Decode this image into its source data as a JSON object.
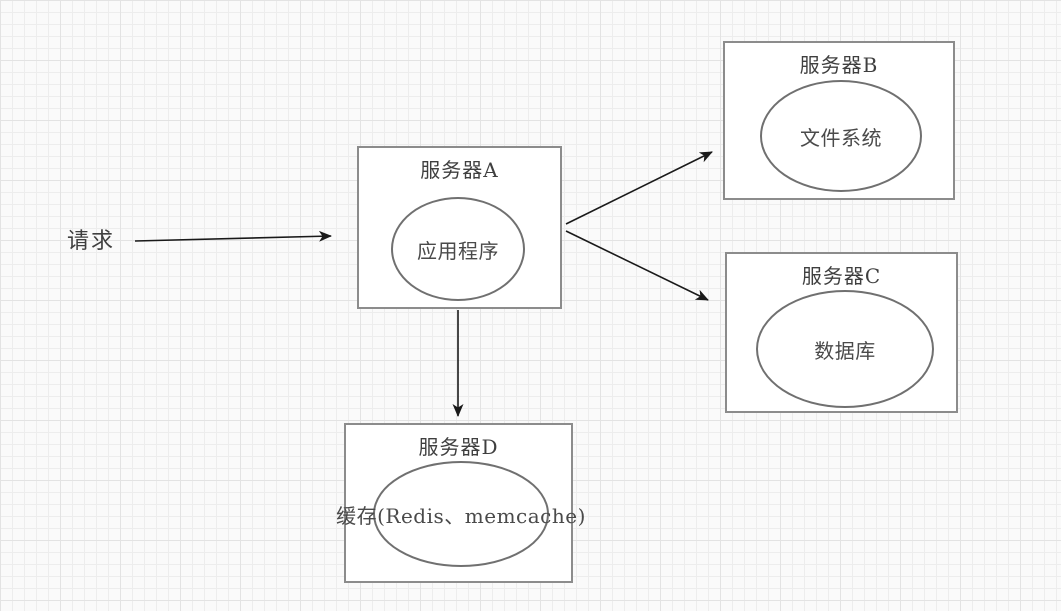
{
  "diagram": {
    "request_label": "请求",
    "nodes": [
      {
        "id": "server-a",
        "title": "服务器A",
        "inner": "应用程序"
      },
      {
        "id": "server-b",
        "title": "服务器B",
        "inner": "文件系统"
      },
      {
        "id": "server-c",
        "title": "服务器C",
        "inner": "数据库"
      },
      {
        "id": "server-d",
        "title": "服务器D",
        "inner": "缓存(Redis、memcache)"
      }
    ],
    "edges": [
      {
        "from": "请求",
        "to": "服务器A"
      },
      {
        "from": "服务器A",
        "to": "服务器B"
      },
      {
        "from": "服务器A",
        "to": "服务器C"
      },
      {
        "from": "服务器A",
        "to": "服务器D"
      }
    ],
    "colors": {
      "background": "#fafafa",
      "grid_line": "#ededed",
      "grid_major_line": "#e3e3e3",
      "box_border": "#8c8c8c",
      "ellipse_border": "#707070",
      "arrow": "#1a1a1a",
      "text": "#3f3f3f"
    }
  }
}
